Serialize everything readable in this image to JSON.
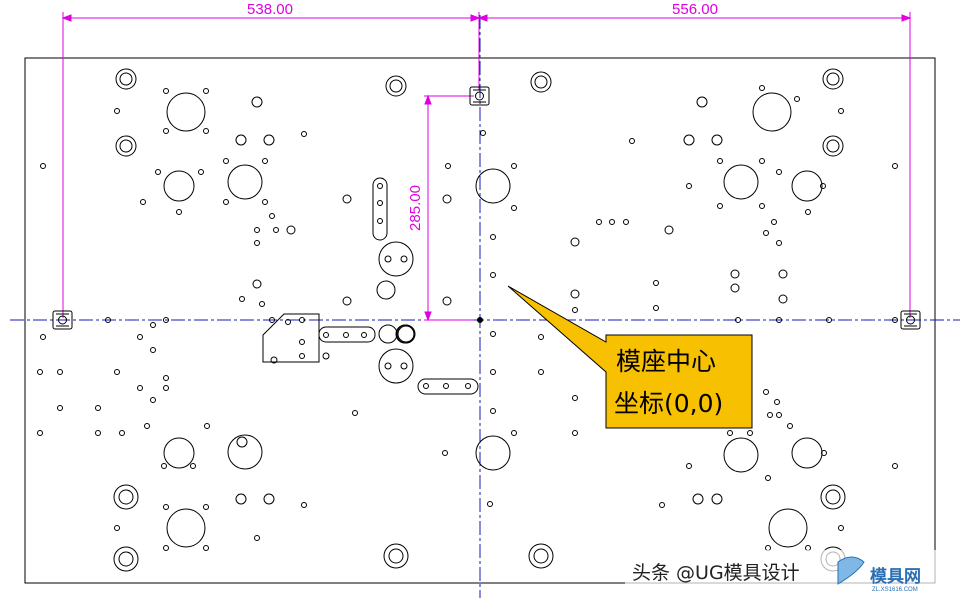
{
  "dimensions": {
    "left_width": "538.00",
    "right_width": "556.00",
    "vertical_offset": "285.00"
  },
  "callout": {
    "line1": "模座中心",
    "line2": "坐标(0,0)"
  },
  "watermark": {
    "text": "头条 @UG模具设计",
    "logo": "模具网"
  },
  "colors": {
    "dimension": "#e000e0",
    "centerline": "#1a1ab8",
    "outline": "#000000",
    "callout_fill": "#f7c000"
  }
}
